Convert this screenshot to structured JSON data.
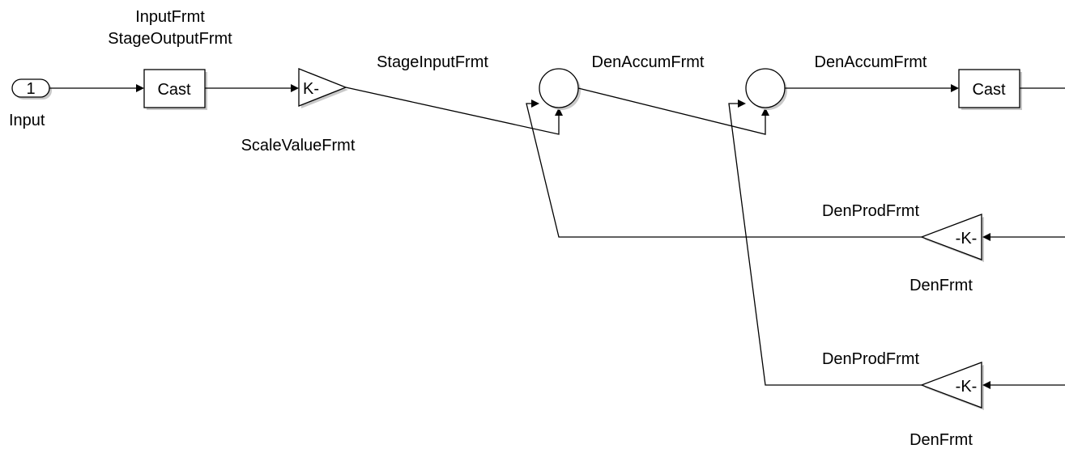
{
  "blocks": {
    "inport": {
      "port_number": "1",
      "name": "Input"
    },
    "cast_input": {
      "label": "Cast",
      "param_top": "InputFrmt",
      "param_bottom": "StageOutputFrmt"
    },
    "gain_scale": {
      "label": "K-",
      "param": "ScaleValueFrmt"
    },
    "cast_output": {
      "label": "Cast"
    },
    "gain_den_1": {
      "label": "-K-",
      "param_top": "DenProdFrmt",
      "param_bottom": "DenFrmt"
    },
    "gain_den_2": {
      "label": "-K-",
      "param_top": "DenProdFrmt",
      "param_bottom": "DenFrmt"
    }
  },
  "signals": {
    "stage_input": "StageInputFrmt",
    "den_accum_1": "DenAccumFrmt",
    "den_accum_2": "DenAccumFrmt"
  }
}
